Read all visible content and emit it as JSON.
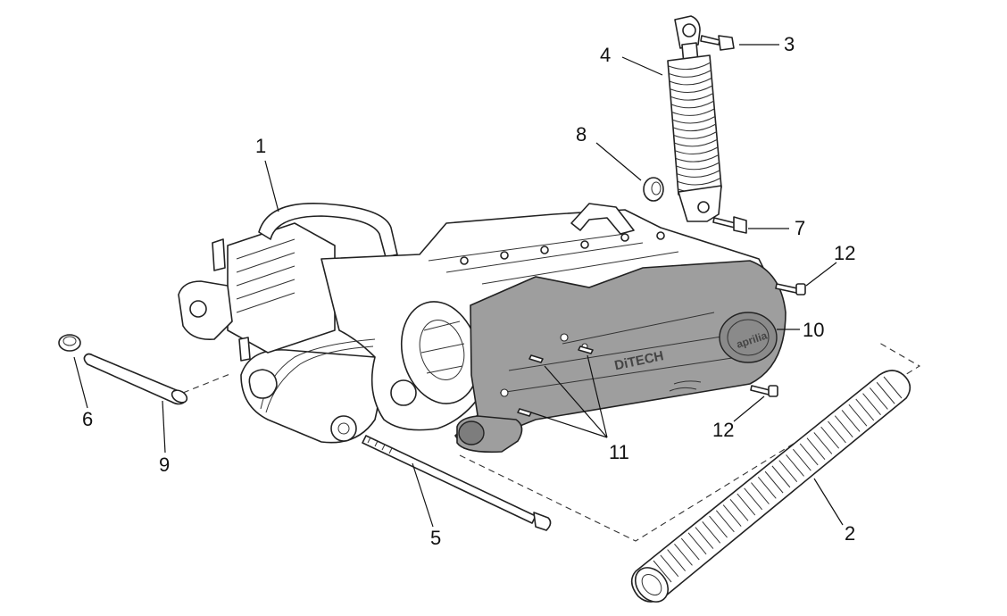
{
  "callouts": [
    {
      "id": "1",
      "label": "1"
    },
    {
      "id": "2",
      "label": "2"
    },
    {
      "id": "3",
      "label": "3"
    },
    {
      "id": "4",
      "label": "4"
    },
    {
      "id": "5",
      "label": "5"
    },
    {
      "id": "6",
      "label": "6"
    },
    {
      "id": "7",
      "label": "7"
    },
    {
      "id": "8",
      "label": "8"
    },
    {
      "id": "9",
      "label": "9"
    },
    {
      "id": "10",
      "label": "10"
    },
    {
      "id": "11",
      "label": "11"
    },
    {
      "id": "12a",
      "label": "12"
    },
    {
      "id": "12b",
      "label": "12"
    }
  ],
  "cover_branding": {
    "tech_logo": "DiTECH",
    "brand_logo": "aprilia"
  }
}
